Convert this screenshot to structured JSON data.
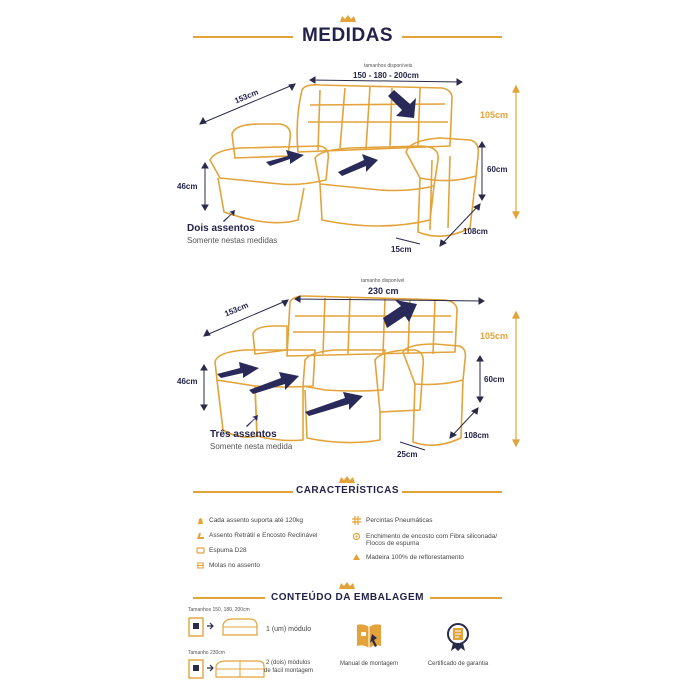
{
  "header": {
    "title": "MEDIDAS"
  },
  "sofa2": {
    "available_sizes_label": "tamanhos disponíveis",
    "width_label": "150 - 180 - 200cm",
    "depth_label": "153cm",
    "height_label": "105cm",
    "arm_height_label": "60cm",
    "seat_height_label": "46cm",
    "arm_depth_label": "108cm",
    "arm_width_label": "15cm",
    "caption_title": "Dois assentos",
    "caption_sub": "Somente nestas medidas"
  },
  "sofa3": {
    "available_size_label": "tamanho disponível",
    "width_label": "230 cm",
    "depth_label": "153cm",
    "height_label": "105cm",
    "arm_height_label": "60cm",
    "seat_height_label": "46cm",
    "arm_depth_label": "108cm",
    "arm_width_label": "25cm",
    "caption_title": "Três assentos",
    "caption_sub": "Somente nesta medida"
  },
  "features": {
    "title": "CARACTERÍSTICAS",
    "left": [
      {
        "icon": "weight-icon",
        "text": "Cada assento suporta até 120kg"
      },
      {
        "icon": "recline-icon",
        "text": "Assento Retrátil e Encosto Reclinável"
      },
      {
        "icon": "foam-icon",
        "text": "Espuma D28"
      },
      {
        "icon": "spring-icon",
        "text": "Molas no assento"
      }
    ],
    "right": [
      {
        "icon": "webbing-icon",
        "text": "Percintas Pneumáticas"
      },
      {
        "icon": "fiber-icon",
        "text": "Enchimento de encosto com Fibra siliconada/",
        "text2": "Flocos de espuma"
      },
      {
        "icon": "wood-icon",
        "text": "Madeira 100% de reflorestamento"
      }
    ]
  },
  "package": {
    "title": "CONTEÚDO DA EMBALAGEM",
    "size1_label": "Tamanhos 150, 180, 200cm",
    "module1_text": "1 (um) módulo",
    "size2_label": "Tamanho 230cm",
    "module2_text_line1": "2 (dois) módulos",
    "module2_text_line2": "de fácil montagem",
    "manual_label": "Manual de montagem",
    "warranty_label": "Certificado de garantia"
  },
  "colors": {
    "accent": "#e3a33a",
    "navy": "#23234a"
  }
}
